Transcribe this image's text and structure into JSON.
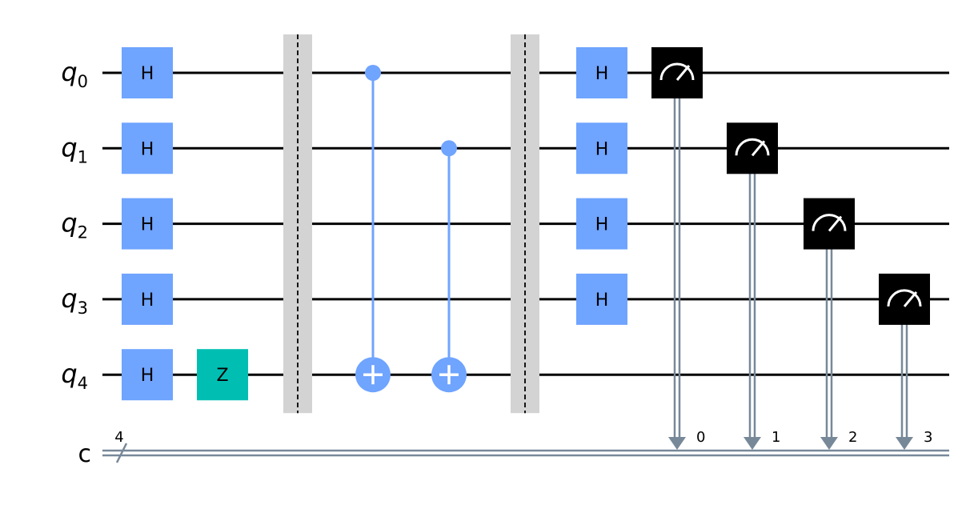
{
  "qubits": [
    {
      "base": "q",
      "sub": "0"
    },
    {
      "base": "q",
      "sub": "1"
    },
    {
      "base": "q",
      "sub": "2"
    },
    {
      "base": "q",
      "sub": "3"
    },
    {
      "base": "q",
      "sub": "4"
    }
  ],
  "classical_register": {
    "label": "c",
    "size_label": "4"
  },
  "gates": [
    {
      "label": "H",
      "qubit": 0,
      "column": 0
    },
    {
      "label": "H",
      "qubit": 1,
      "column": 0
    },
    {
      "label": "H",
      "qubit": 2,
      "column": 0
    },
    {
      "label": "H",
      "qubit": 3,
      "column": 0
    },
    {
      "label": "H",
      "qubit": 4,
      "column": 0
    },
    {
      "label": "Z",
      "qubit": 4,
      "column": 1
    },
    {
      "label": "H",
      "qubit": 0,
      "column": 6
    },
    {
      "label": "H",
      "qubit": 1,
      "column": 6
    },
    {
      "label": "H",
      "qubit": 2,
      "column": 6
    },
    {
      "label": "H",
      "qubit": 3,
      "column": 6
    }
  ],
  "barriers": [
    {
      "column": 2
    },
    {
      "column": 5
    }
  ],
  "cnots": [
    {
      "control": 0,
      "target": 4,
      "column": 3
    },
    {
      "control": 1,
      "target": 4,
      "column": 4
    }
  ],
  "measurements": [
    {
      "qubit": 0,
      "clbit_label": "0",
      "column": 7
    },
    {
      "qubit": 1,
      "clbit_label": "1",
      "column": 8
    },
    {
      "qubit": 2,
      "clbit_label": "2",
      "column": 9
    },
    {
      "qubit": 3,
      "clbit_label": "3",
      "column": 10
    }
  ],
  "colors": {
    "h_gate": "#6fa4ff",
    "z_gate": "#00bfb2",
    "cnot": "#6fa4ff",
    "measure": "#000000",
    "barrier": "#d3d3d3",
    "classical": "#778899"
  },
  "icons": {
    "measure": "meter-icon",
    "cnot_target": "plus-circle-icon"
  }
}
